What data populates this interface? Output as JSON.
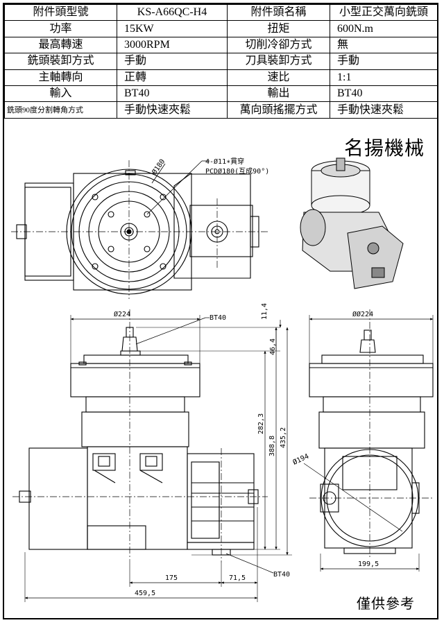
{
  "spec_table": {
    "rows": [
      [
        "附件頭型號",
        "KS-A66QC-H4",
        "附件頭名稱",
        "小型正交萬向銑頭"
      ],
      [
        "功率",
        "15KW",
        "扭矩",
        "600N.m"
      ],
      [
        "最高轉速",
        "3000RPM",
        "切削冷卻方式",
        "無"
      ],
      [
        "銑頭裝卸方式",
        "手動",
        "刀具裝卸方式",
        "手動"
      ],
      [
        "主軸轉向",
        "正轉",
        "速比",
        "1:1"
      ],
      [
        "輸入",
        "BT40",
        "輸出",
        "BT40"
      ],
      [
        "銑頭90度分割轉角方式",
        "手動快速夾鬆",
        "萬向頭搖擺方式",
        "手動快速夾鬆"
      ]
    ]
  },
  "brand": "名揚機械",
  "footer_note": "僅供參考",
  "drawing": {
    "top_view": {
      "dia_label": "Ø180",
      "hole_note_1": "4-Ø11∗貫穿",
      "hole_note_2": "PCDØ180(互成90°)"
    },
    "front_view": {
      "top_dia": "Ø224",
      "input_label": "BT40",
      "output_label": "BT40",
      "dim_11_4": "11,4",
      "dim_46_4": "46,4",
      "dim_282_3": "282,3",
      "dim_388_8": "388,8",
      "dim_435_2": "435,2",
      "dim_175": "175",
      "dim_71_5": "71,5",
      "dim_459_5": "459,5"
    },
    "side_view": {
      "top_dia": "ØØ224",
      "dia_194": "Ø194",
      "dim_199_5": "199,5"
    }
  }
}
